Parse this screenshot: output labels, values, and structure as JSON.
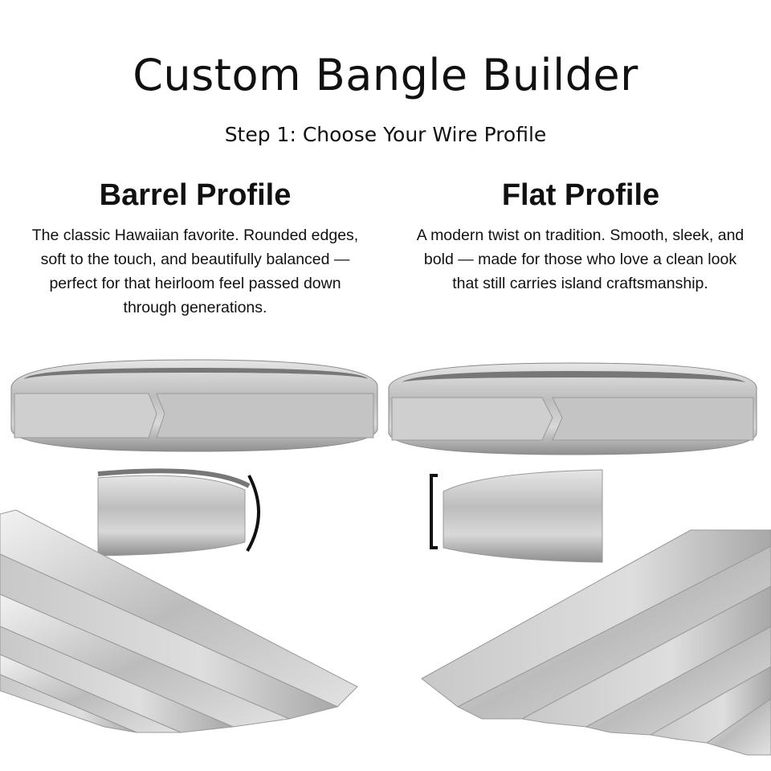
{
  "header": {
    "title": "Custom Bangle Builder",
    "subtitle": "Step 1: Choose Your Wire Profile"
  },
  "options": [
    {
      "heading": "Barrel Profile",
      "description": "The classic Hawaiian favorite. Rounded edges, soft to the touch, and beautifully balanced — perfect for that heirloom feel passed down through generations.",
      "profile_symbol": ")"
    },
    {
      "heading": "Flat Profile",
      "description": "A modern twist on tradition. Smooth, sleek, and bold — made for those who love a clean look that still carries island craftsmanship.",
      "profile_symbol": "["
    }
  ]
}
